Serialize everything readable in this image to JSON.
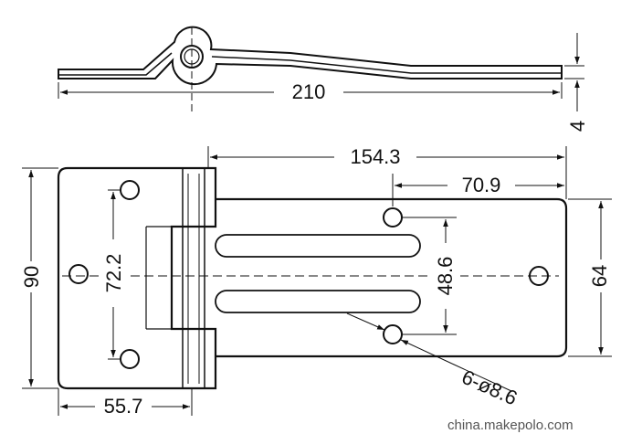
{
  "drawing": {
    "subject": "hinge",
    "dimensions": {
      "overall_length": "210",
      "thickness": "4",
      "hole_to_end": "154.3",
      "hole_to_end_short": "70.9",
      "overall_height": "90",
      "leaf_hole_spacing": "72.2",
      "slot_span": "48.6",
      "plate_height": "64",
      "leaf_width": "55.7",
      "hole_callout": "6-ø8.6"
    }
  },
  "watermark": "china.makepolo.com"
}
